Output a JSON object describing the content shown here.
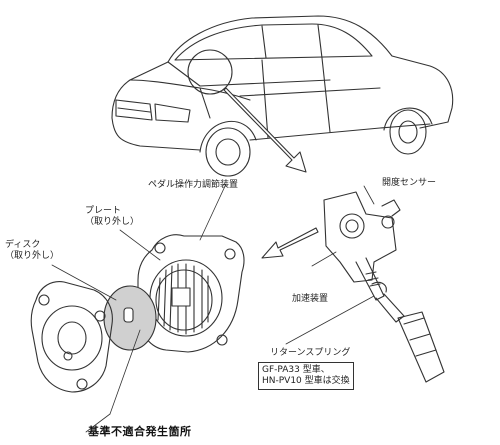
{
  "labels": {
    "pedal_adjuster": "ペダル操作力調節装置",
    "opening_sensor": "開度センサー",
    "accelerator": "加速装置",
    "return_spring": "リターンスプリング",
    "plate_line1": "プレート",
    "plate_line2": "（取り外し）",
    "disc_line1": "ディスク",
    "disc_line2": "（取り外し）",
    "replace_line1": "GF-PA33 型車、",
    "replace_line2": "HN-PV10 型車は交換",
    "defect_location": "基準不適合発生箇所"
  }
}
